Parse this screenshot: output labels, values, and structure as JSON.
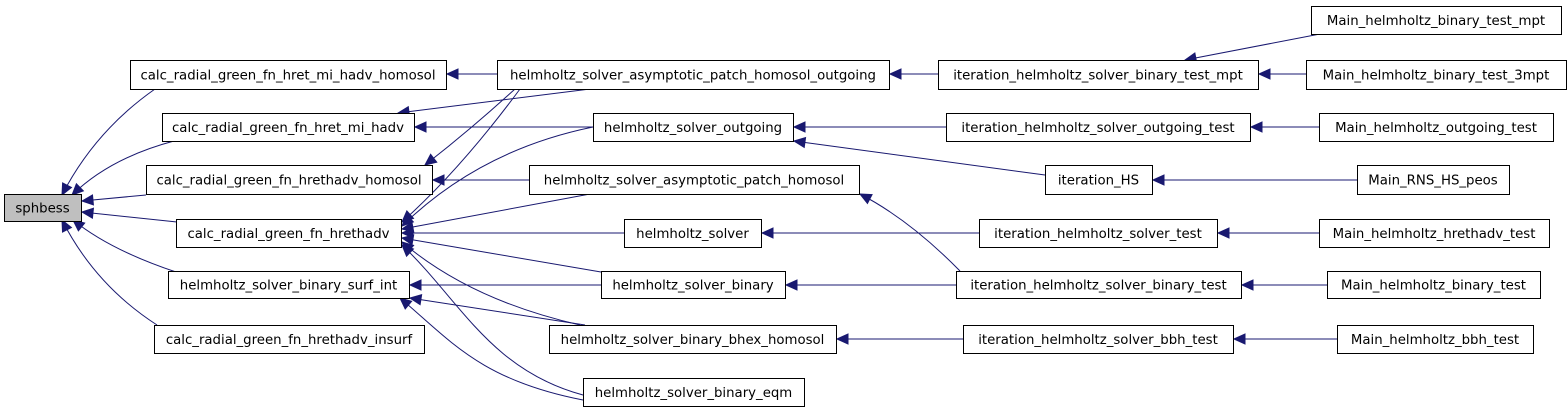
{
  "graph": {
    "colors": {
      "edge": "#191970",
      "node_border": "#000000",
      "root_fill": "#bfbfbf",
      "node_fill": "#ffffff"
    },
    "nodes": [
      {
        "id": "sphbess",
        "label": "sphbess"
      },
      {
        "id": "hret_mi_hadv_homosol",
        "label": "calc_radial_green_fn_hret_mi_hadv_homosol"
      },
      {
        "id": "hret_mi_hadv",
        "label": "calc_radial_green_fn_hret_mi_hadv"
      },
      {
        "id": "hrethadv_homosol",
        "label": "calc_radial_green_fn_hrethadv_homosol"
      },
      {
        "id": "hrethadv",
        "label": "calc_radial_green_fn_hrethadv"
      },
      {
        "id": "binary_surf_int",
        "label": "helmholtz_solver_binary_surf_int"
      },
      {
        "id": "hrethadv_insurf",
        "label": "calc_radial_green_fn_hrethadv_insurf"
      },
      {
        "id": "asym_outgoing",
        "label": "helmholtz_solver_asymptotic_patch_homosol_outgoing"
      },
      {
        "id": "outgoing",
        "label": "helmholtz_solver_outgoing"
      },
      {
        "id": "asym_homosol",
        "label": "helmholtz_solver_asymptotic_patch_homosol"
      },
      {
        "id": "solver",
        "label": "helmholtz_solver"
      },
      {
        "id": "binary",
        "label": "helmholtz_solver_binary"
      },
      {
        "id": "bhex_homosol",
        "label": "helmholtz_solver_binary_bhex_homosol"
      },
      {
        "id": "binary_eqm",
        "label": "helmholtz_solver_binary_eqm"
      },
      {
        "id": "it_binary_mpt",
        "label": "iteration_helmholtz_solver_binary_test_mpt"
      },
      {
        "id": "it_outgoing_test",
        "label": "iteration_helmholtz_solver_outgoing_test"
      },
      {
        "id": "it_HS",
        "label": "iteration_HS"
      },
      {
        "id": "it_solver_test",
        "label": "iteration_helmholtz_solver_test"
      },
      {
        "id": "it_binary_test",
        "label": "iteration_helmholtz_solver_binary_test"
      },
      {
        "id": "it_bbh_test",
        "label": "iteration_helmholtz_solver_bbh_test"
      },
      {
        "id": "main_binary_mpt",
        "label": "Main_helmholtz_binary_test_mpt"
      },
      {
        "id": "main_binary_3mpt",
        "label": "Main_helmholtz_binary_test_3mpt"
      },
      {
        "id": "main_outgoing",
        "label": "Main_helmholtz_outgoing_test"
      },
      {
        "id": "main_rns",
        "label": "Main_RNS_HS_peos"
      },
      {
        "id": "main_hrethadv",
        "label": "Main_helmholtz_hrethadv_test"
      },
      {
        "id": "main_binary",
        "label": "Main_helmholtz_binary_test"
      },
      {
        "id": "main_bbh",
        "label": "Main_helmholtz_bbh_test"
      }
    ],
    "edges": [
      {
        "from": "sphbess",
        "to": "hret_mi_hadv_homosol"
      },
      {
        "from": "sphbess",
        "to": "hret_mi_hadv"
      },
      {
        "from": "sphbess",
        "to": "hrethadv_homosol"
      },
      {
        "from": "sphbess",
        "to": "hrethadv"
      },
      {
        "from": "sphbess",
        "to": "binary_surf_int"
      },
      {
        "from": "sphbess",
        "to": "hrethadv_insurf"
      },
      {
        "from": "hret_mi_hadv_homosol",
        "to": "asym_outgoing"
      },
      {
        "from": "hret_mi_hadv",
        "to": "asym_outgoing"
      },
      {
        "from": "hret_mi_hadv",
        "to": "outgoing"
      },
      {
        "from": "hrethadv_homosol",
        "to": "asym_outgoing"
      },
      {
        "from": "hrethadv_homosol",
        "to": "asym_homosol"
      },
      {
        "from": "hrethadv",
        "to": "asym_outgoing"
      },
      {
        "from": "hrethadv",
        "to": "outgoing"
      },
      {
        "from": "hrethadv",
        "to": "asym_homosol"
      },
      {
        "from": "hrethadv",
        "to": "solver"
      },
      {
        "from": "hrethadv",
        "to": "binary"
      },
      {
        "from": "hrethadv",
        "to": "bhex_homosol"
      },
      {
        "from": "hrethadv",
        "to": "binary_eqm"
      },
      {
        "from": "binary_surf_int",
        "to": "binary"
      },
      {
        "from": "binary_surf_int",
        "to": "bhex_homosol"
      },
      {
        "from": "binary_surf_int",
        "to": "binary_eqm"
      },
      {
        "from": "asym_outgoing",
        "to": "it_binary_mpt"
      },
      {
        "from": "outgoing",
        "to": "it_outgoing_test"
      },
      {
        "from": "outgoing",
        "to": "it_HS"
      },
      {
        "from": "asym_homosol",
        "to": "it_binary_test"
      },
      {
        "from": "solver",
        "to": "it_solver_test"
      },
      {
        "from": "binary",
        "to": "it_binary_test"
      },
      {
        "from": "bhex_homosol",
        "to": "it_bbh_test"
      },
      {
        "from": "it_binary_mpt",
        "to": "main_binary_mpt"
      },
      {
        "from": "it_binary_mpt",
        "to": "main_binary_3mpt"
      },
      {
        "from": "it_outgoing_test",
        "to": "main_outgoing"
      },
      {
        "from": "it_HS",
        "to": "main_rns"
      },
      {
        "from": "it_solver_test",
        "to": "main_hrethadv"
      },
      {
        "from": "it_binary_test",
        "to": "main_binary"
      },
      {
        "from": "it_bbh_test",
        "to": "main_bbh"
      }
    ]
  }
}
